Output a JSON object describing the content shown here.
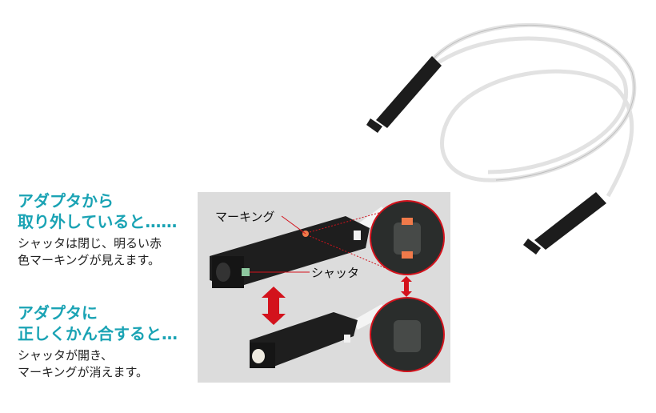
{
  "detached": {
    "heading": [
      "アダプタから",
      "取り外していると……"
    ],
    "description": [
      "シャッタは閉じ、明るい赤",
      "色マーキングが見えます。"
    ]
  },
  "mated": {
    "heading": [
      "アダプタに",
      "正しくかん合すると…"
    ],
    "description": [
      "シャッタが開き、",
      "マーキングが消えます。"
    ]
  },
  "callouts": {
    "marking": "マーキング",
    "shutter": "シャッタ"
  },
  "colors": {
    "heading": "#1aa3b4",
    "arrow": "#d3121c",
    "marking": "#f07a4a",
    "panel": "#dcdcdc"
  }
}
